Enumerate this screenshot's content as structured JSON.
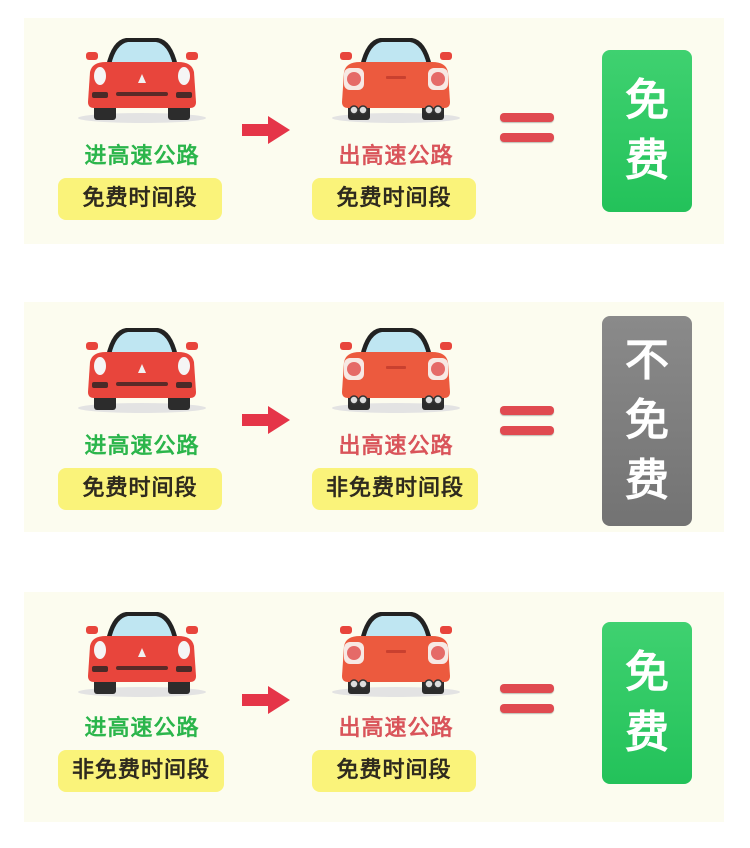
{
  "colors": {
    "enter_label": "#2bb54b",
    "exit_label": "#d9545a",
    "period_bg": "#faf37a",
    "free_badge": "#23c25a",
    "notfree_badge": "#7d7d7d",
    "car_body": "#e8453c",
    "arrow": "#e53548",
    "panel_bg": "#fcfcef"
  },
  "rows": [
    {
      "enter": {
        "label": "进高速公路",
        "period": "免费时间段"
      },
      "exit": {
        "label": "出高速公路",
        "period": "免费时间段"
      },
      "result": {
        "chars": [
          "免",
          "费"
        ],
        "type": "free"
      }
    },
    {
      "enter": {
        "label": "进高速公路",
        "period": "免费时间段"
      },
      "exit": {
        "label": "出高速公路",
        "period": "非免费时间段"
      },
      "result": {
        "chars": [
          "不",
          "免",
          "费"
        ],
        "type": "notfree"
      }
    },
    {
      "enter": {
        "label": "进高速公路",
        "period": "非免费时间段"
      },
      "exit": {
        "label": "出高速公路",
        "period": "免费时间段"
      },
      "result": {
        "chars": [
          "免",
          "费"
        ],
        "type": "free"
      }
    }
  ],
  "icons": {
    "car_front": "car-front-icon",
    "car_rear": "car-rear-icon",
    "arrow": "arrow-right-icon",
    "equals": "equals-icon"
  }
}
